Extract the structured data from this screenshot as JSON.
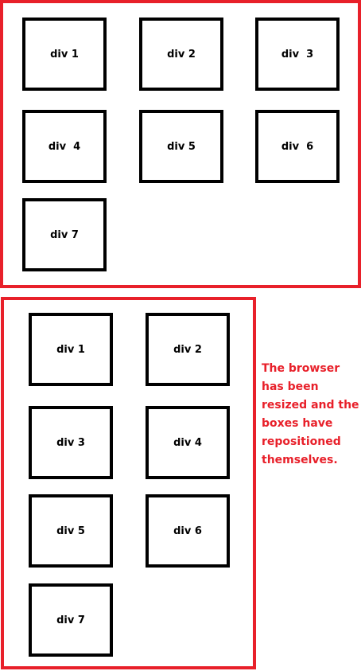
{
  "colors": {
    "panel_border": "#e8202a",
    "box_border": "#000000",
    "caption_text": "#e8202a"
  },
  "wide_layout": {
    "boxes": [
      {
        "label": "div 1"
      },
      {
        "label": "div 2"
      },
      {
        "label": "div  3"
      },
      {
        "label": "div  4"
      },
      {
        "label": "div 5"
      },
      {
        "label": "div  6"
      },
      {
        "label": "div 7"
      }
    ]
  },
  "narrow_layout": {
    "boxes": [
      {
        "label": "div 1"
      },
      {
        "label": "div 2"
      },
      {
        "label": "div 3"
      },
      {
        "label": "div 4"
      },
      {
        "label": "div 5"
      },
      {
        "label": "div 6"
      },
      {
        "label": "div 7"
      }
    ]
  },
  "caption": {
    "text": "The browser has been resized and the boxes have repositioned themselves."
  }
}
